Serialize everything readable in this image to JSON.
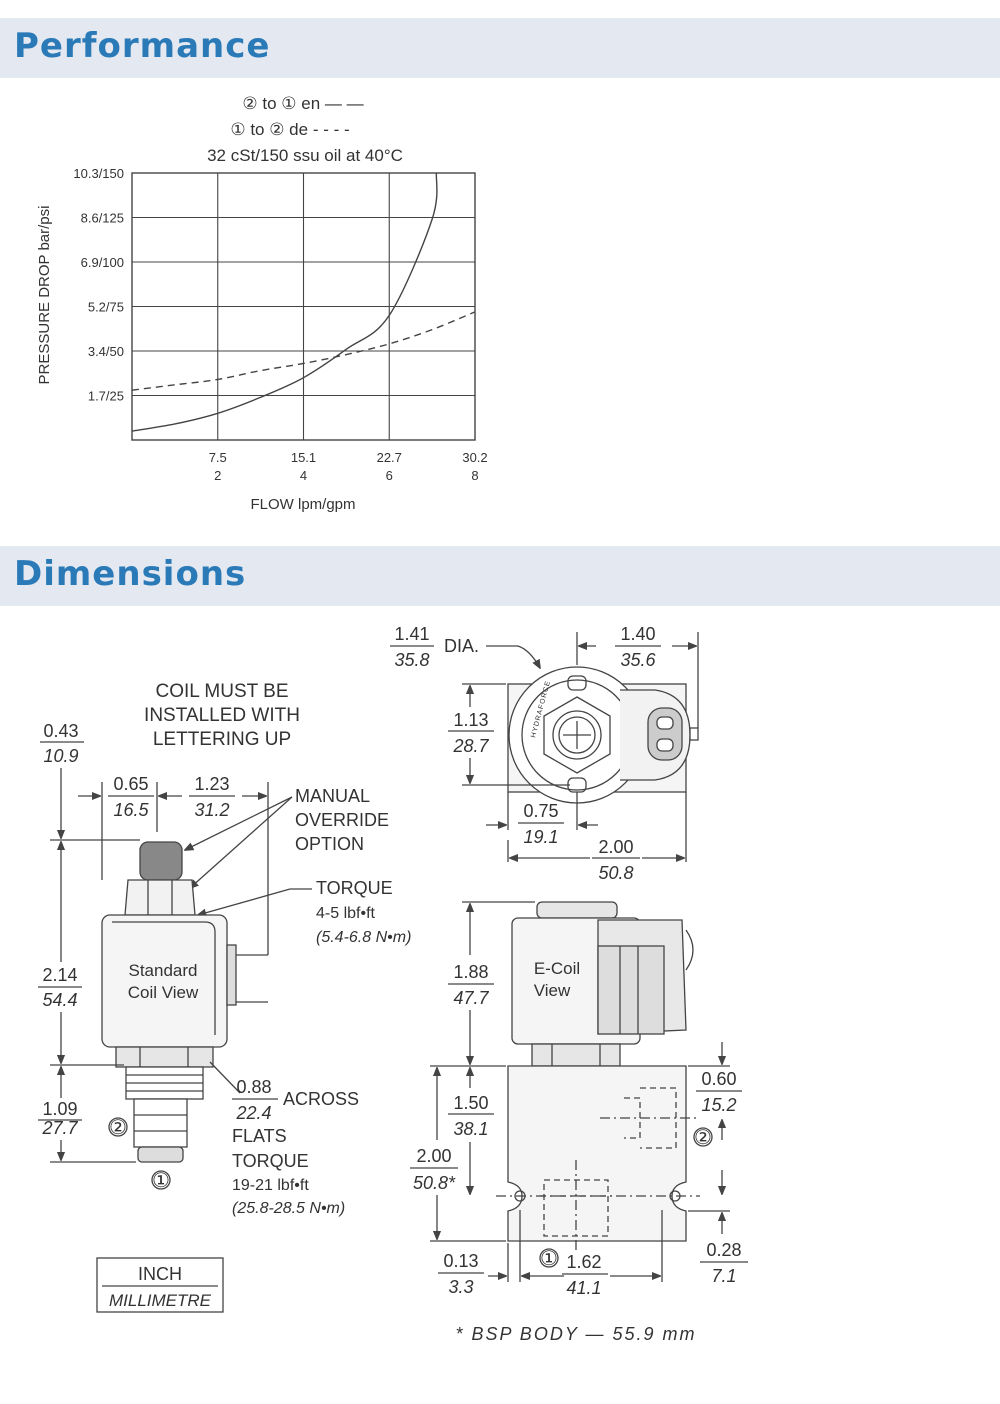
{
  "sections": {
    "performance": "Performance",
    "dimensions": "Dimensions"
  },
  "chart_data": {
    "type": "line",
    "legend": [
      "② to ① en — —",
      "① to ② de - - - -",
      "32 cSt/150 ssu oil at 40°C"
    ],
    "ylabel": "PRESSURE DROP bar/psi",
    "xlabel": "FLOW lpm/gpm",
    "y_ticks": [
      "10.3/150",
      "8.6/125",
      "6.9/100",
      "5.2/75",
      "3.4/50",
      "1.7/25"
    ],
    "x_ticks": [
      {
        "lpm": "7.5",
        "gpm": "2"
      },
      {
        "lpm": "15.1",
        "gpm": "4"
      },
      {
        "lpm": "22.7",
        "gpm": "6"
      },
      {
        "lpm": "30.2",
        "gpm": "8"
      }
    ],
    "xlim": [
      0,
      8
    ],
    "ylim": [
      0,
      150
    ],
    "grid": true,
    "series": [
      {
        "style": "solid",
        "x": [
          0,
          1,
          2,
          3,
          4,
          5,
          6,
          7,
          7.1
        ],
        "y": [
          5,
          9,
          15,
          24,
          35,
          51,
          70,
          124,
          150
        ]
      },
      {
        "style": "dashed",
        "x": [
          0,
          1,
          2,
          3,
          4,
          5,
          6,
          7,
          8
        ],
        "y": [
          28,
          31,
          34,
          39,
          43,
          48,
          54,
          62,
          72
        ]
      }
    ]
  },
  "dimensions": {
    "coil_note": [
      "COIL MUST BE",
      "INSTALLED WITH",
      "LETTERING UP"
    ],
    "dim_043": {
      "in": "0.43",
      "mm": "10.9"
    },
    "dim_065": {
      "in": "0.65",
      "mm": "16.5"
    },
    "dim_123": {
      "in": "1.23",
      "mm": "31.2"
    },
    "manual_override": [
      "MANUAL",
      "OVERRIDE",
      "OPTION"
    ],
    "torque_coil": {
      "title": "TORQUE",
      "value": "4-5 lbf•ft",
      "metric": "(5.4-6.8 N•m)"
    },
    "standard_coil": [
      "Standard",
      "Coil View"
    ],
    "dim_214": {
      "in": "2.14",
      "mm": "54.4"
    },
    "dim_088": {
      "in": "0.88",
      "mm": "22.4",
      "label1": "ACROSS",
      "label2": "FLATS"
    },
    "torque_body": {
      "title": "TORQUE",
      "value": "19-21 lbf•ft",
      "metric": "(25.8-28.5 N•m)"
    },
    "dim_109": {
      "in": "1.09",
      "mm": "27.7"
    },
    "port2": "②",
    "port1": "①",
    "legend_box": {
      "inch": "INCH",
      "mm": "MILLIMETRE"
    },
    "dim_141": {
      "in": "1.41",
      "mm": "35.8",
      "label": "DIA."
    },
    "dim_140": {
      "in": "1.40",
      "mm": "35.6"
    },
    "dim_113": {
      "in": "1.13",
      "mm": "28.7"
    },
    "dim_075": {
      "in": "0.75",
      "mm": "19.1"
    },
    "dim_200_top": {
      "in": "2.00",
      "mm": "50.8"
    },
    "brand_ring": "HYDRAFORCE",
    "ecoil": [
      "E-Coil",
      "View"
    ],
    "dim_188": {
      "in": "1.88",
      "mm": "47.7"
    },
    "dim_150": {
      "in": "1.50",
      "mm": "38.1"
    },
    "dim_200_side": {
      "in": "2.00",
      "mm": "50.8*"
    },
    "dim_060": {
      "in": "0.60",
      "mm": "15.2"
    },
    "dim_013": {
      "in": "0.13",
      "mm": "3.3"
    },
    "dim_162": {
      "in": "1.62",
      "mm": "41.1"
    },
    "dim_028": {
      "in": "0.28",
      "mm": "7.1"
    },
    "bsp_note": "* BSP BODY — 55.9 mm"
  }
}
